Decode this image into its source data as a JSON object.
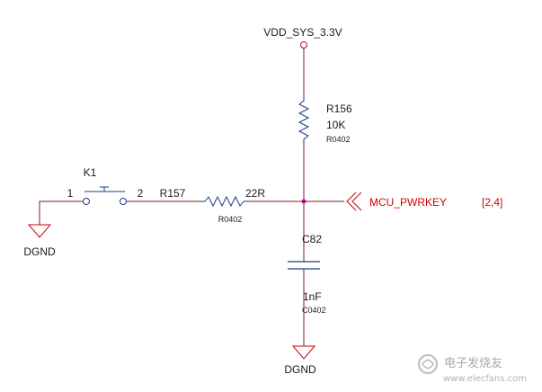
{
  "schematic": {
    "supply": {
      "label": "VDD_SYS_3.3V",
      "color": "#d40000"
    },
    "resistor_pullup": {
      "ref": "R156",
      "value": "10K",
      "footprint": "R0402"
    },
    "resistor_series": {
      "ref": "R157",
      "value": "22R",
      "footprint": "R0402"
    },
    "switch": {
      "ref": "K1",
      "pin1": "1",
      "pin2": "2"
    },
    "capacitor": {
      "ref": "C82",
      "value": "1nF",
      "footprint": "C0402"
    },
    "ground_left": {
      "label": "DGND"
    },
    "ground_bottom": {
      "label": "DGND"
    },
    "net_port": {
      "label": "MCU_PWRKEY",
      "pages": "[2,4]",
      "color": "#d40000"
    },
    "junction_color": "#cc00cc",
    "wire_color": "#7a1e1e",
    "component_color": "#1f3a8a",
    "ground_color": "#d40000"
  },
  "watermark": {
    "title": "电子发烧友",
    "url": "www.elecfans.com"
  }
}
